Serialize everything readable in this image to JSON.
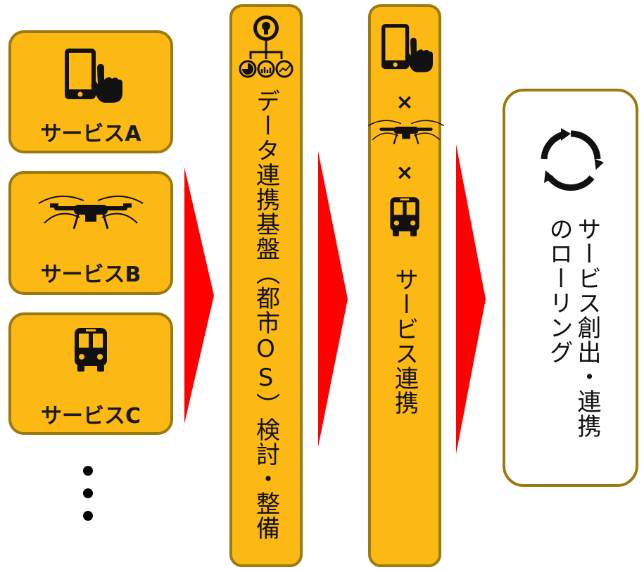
{
  "services": [
    {
      "label": "サービスA",
      "icon": "smartphone-touch-icon"
    },
    {
      "label": "サービスB",
      "icon": "drone-icon"
    },
    {
      "label": "サービスC",
      "icon": "bus-icon"
    }
  ],
  "platform": {
    "text": "データ連携基盤（都市OS）検討・整備",
    "icon": "data-network-icon"
  },
  "linkage": {
    "cross1": "×",
    "cross2": "×",
    "text": "サービス連携"
  },
  "result": {
    "line1": "サービス創出・連携",
    "line2": "のローリング",
    "icon": "cycle-arrows-icon"
  },
  "colors": {
    "box_fill": "#fdb913",
    "box_border": "#9c7a12",
    "arrow": "#ff0000"
  }
}
